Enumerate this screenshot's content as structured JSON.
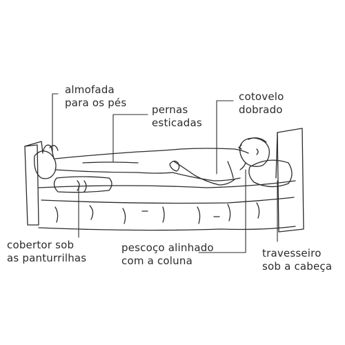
{
  "labels": {
    "foot_pillow": {
      "line1": "almofada",
      "line2": "para os pés"
    },
    "legs": {
      "line1": "pernas",
      "line2": "esticadas"
    },
    "elbow": {
      "line1": "cotovelo",
      "line2": "dobrado"
    },
    "blanket": {
      "line1": "cobertor sob",
      "line2": "as panturrilhas"
    },
    "neck": {
      "line1": "pescoço alinhado",
      "line2": "com a coluna"
    },
    "pillow": {
      "line1": "travesseiro",
      "line2": "sob a cabeça"
    }
  },
  "colors": {
    "ink": "#2a2a2a",
    "background": "#ffffff"
  }
}
